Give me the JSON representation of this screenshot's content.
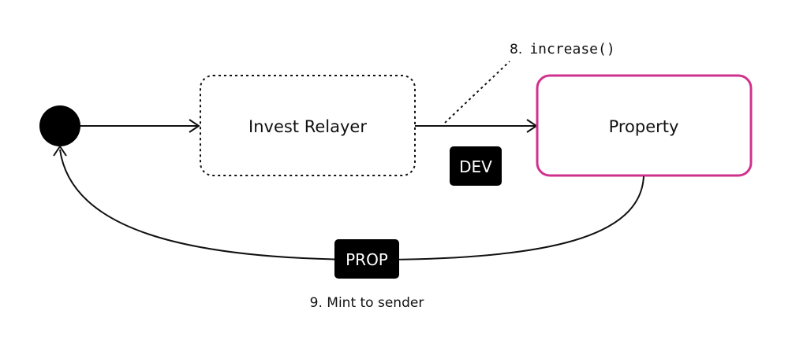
{
  "nodes": {
    "relayer": {
      "label": "Invest Relayer"
    },
    "property": {
      "label": "Property"
    }
  },
  "edges": {
    "increase": {
      "step": "8.",
      "call": "increase()"
    },
    "mint": {
      "label": "9. Mint to sender"
    }
  },
  "badges": {
    "dev": "DEV",
    "prop": "PROP"
  },
  "colors": {
    "property_border": "#d0318e",
    "line": "#111111",
    "badge_fill": "#000000"
  }
}
